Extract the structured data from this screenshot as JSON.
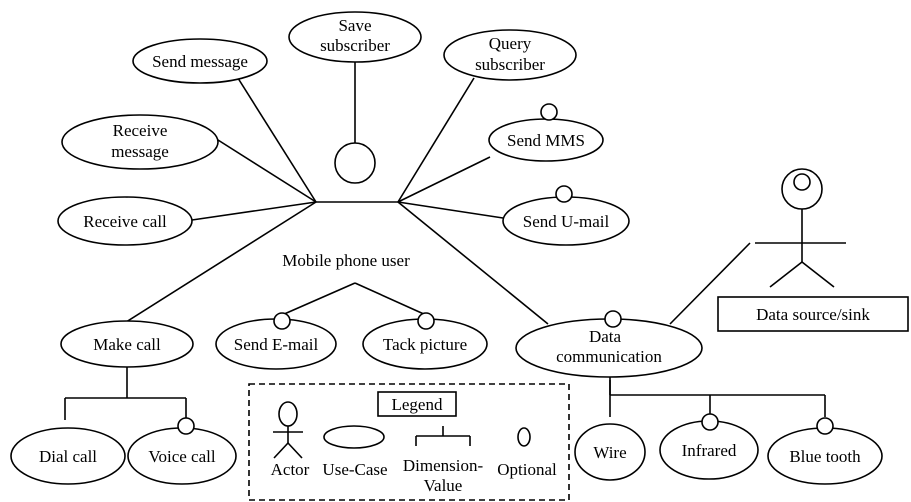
{
  "diagram": {
    "actor_main": "Mobile phone user",
    "actor_data": "Data source/sink",
    "use_cases": {
      "save_subscriber": [
        "Save",
        "subscriber"
      ],
      "send_message": [
        "Send message"
      ],
      "query_subscriber": [
        "Query",
        "subscriber"
      ],
      "receive_message": [
        "Receive",
        "message"
      ],
      "send_mms": [
        "Send MMS"
      ],
      "receive_call": [
        "Receive call"
      ],
      "send_umail": [
        "Send U-mail"
      ],
      "make_call": [
        "Make call"
      ],
      "send_email": [
        "Send E-mail"
      ],
      "tack_picture": [
        "Tack picture"
      ],
      "data_communication": [
        "Data",
        "communication"
      ],
      "dial_call": [
        "Dial call"
      ],
      "voice_call": [
        "Voice call"
      ],
      "wire": [
        "Wire"
      ],
      "infrared": [
        "Infrared"
      ],
      "blue_tooth": [
        "Blue tooth"
      ]
    }
  },
  "legend": {
    "title": "Legend",
    "actor": "Actor",
    "use_case": "Use-Case",
    "dimension_value": [
      "Dimension-",
      "Value"
    ],
    "optional": "Optional"
  }
}
